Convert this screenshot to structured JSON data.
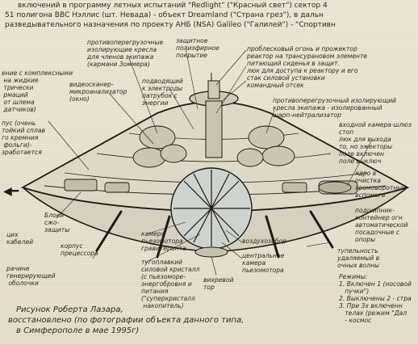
{
  "header": {
    "line1": "включений в программу летных испытаний \"Redlight\" (\"Красный свет\") сектор 4",
    "line2": "51 полигона ВВС Нэллис (шт. Невада) - объект Dreamland (\"Страна грез\"), в дальн",
    "line3": "разведывательного назначения по проекту АНБ (NSA) Galileo (\"Галилей\") - \"Спортивн"
  },
  "left_notes": {
    "n1": "ение с комплексными\n на жидкие\n трически\n рмаций\n от шлема\n датчиков)",
    "n2": "пус (очень\nтойкий сплав\nго кремния\n фольги)-\nзработается",
    "n3": "Блоки\nсжо-\nзащиты",
    "n4": "рачине\nгенерирующей\n оболочки"
  },
  "top_notes": {
    "n1": "противоперегрузочные\nизолирующие кресла\nдля членов экипажа\n(кармани Зоммера)",
    "n2": "защитное\nполиэфирное\nпокрытие",
    "n3": "видеосканер-\nмикроанализатор\n(окно)",
    "n4": "подводящий\nк электроды\nпатрубок с\nэнергии"
  },
  "right_notes": {
    "n1": "проблесковый огонь и прожектор\nреактор на трансурановом элементе\nпитающий сиденья в защит.\nлюк для доступа к реактору и его\nстак силовой установки\nкомандный отсек",
    "n2": "противоперегрузочный изолирующий\nкресла экипажа - изолированный\nшарп-нейтрализатор",
    "n3": "входной камера-шлюз\nстоп\nлюк для выхода\nто, но эжекторы\nполе включен\nполе выключ",
    "n4": "ядро в\nочистка\nхромоворотный\nвспомога",
    "n5": "подшипник-\nконтейнер огн\nавтоматической\nпосадочные с\nопоры",
    "n6": "тупельность\nудаляемый в\nочных волны",
    "n7": "Режимы:\n1. Включен 1 (носовой\n   пучки\")\n2. Выключены 2 - стра\n3. При 3х включенн\n   телах (режим \"Дал\n   - космос"
  },
  "bottom_notes": {
    "n1": "камера\nпьезомотора\nгравитеранта",
    "n2": "тугоплавкий\nсиловой кристалл\n(с пьезоморе-\nэнергобровня и\nпитания\n(\"суперкристалл\n накопитель)",
    "n3": "воздухозабор",
    "n4": "центральное\nкамера\nпьезомотора",
    "n5": "вихревой\nтор",
    "n6": "корпус\nпрецессора",
    "n7": "цих\nкабелей"
  },
  "footer": {
    "line1": "Рисунок Роберта Лазара,",
    "line2": "восстановлено (по фотографии объекта данного типа,",
    "line3": "в Симферополе в мае 1995г)"
  },
  "colors": {
    "paper": "#e9e3d2",
    "ink": "#2a2620",
    "hull_fill": "#d9d4c6",
    "dome_fill": "#cfd3cf"
  }
}
